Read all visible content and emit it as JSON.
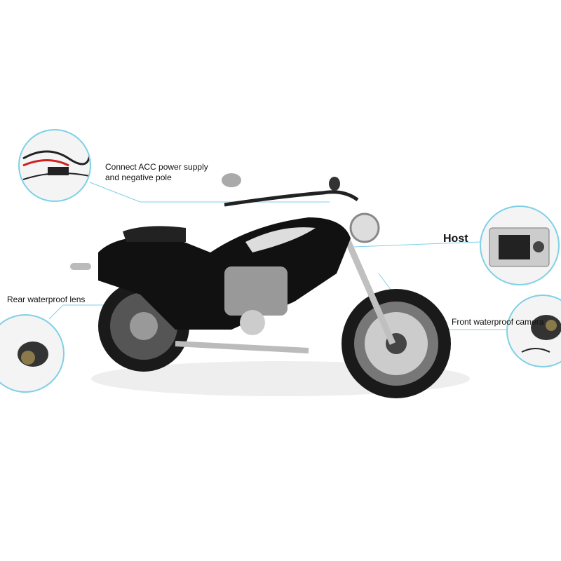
{
  "labels": {
    "acc_line1": "Connect ACC power supply",
    "acc_line2": "and negative pole",
    "host": "Host",
    "rear": "Rear waterproof lens",
    "front": "Front waterproof camera"
  },
  "colors": {
    "callout_line": "#7fd0e6",
    "bike_body": "#111111",
    "chrome": "#b8b8b8"
  }
}
